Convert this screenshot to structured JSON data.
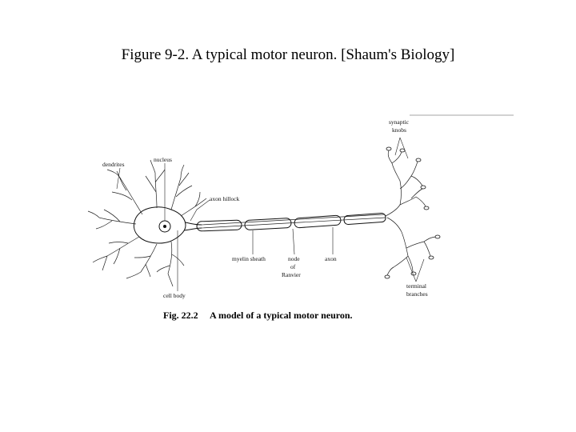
{
  "slide": {
    "title": "Figure 9-2. A typical motor neuron. [Shaum's Biology]"
  },
  "figure": {
    "labels": {
      "dendrites": "dendrites",
      "nucleus": "nucleus",
      "axon_hillock": "axon hillock",
      "synaptic_knobs_line1": "synaptic",
      "synaptic_knobs_line2": "knobs",
      "myelin_sheath": "myelin sheath",
      "node_line1": "node",
      "node_line2": "of",
      "node_line3": "Ranvier",
      "axon": "axon",
      "cell_body": "cell body",
      "terminal_line1": "terminal",
      "terminal_line2": "branches"
    },
    "caption": {
      "number": "Fig. 22.2",
      "text": "A model of a typical motor neuron."
    }
  }
}
